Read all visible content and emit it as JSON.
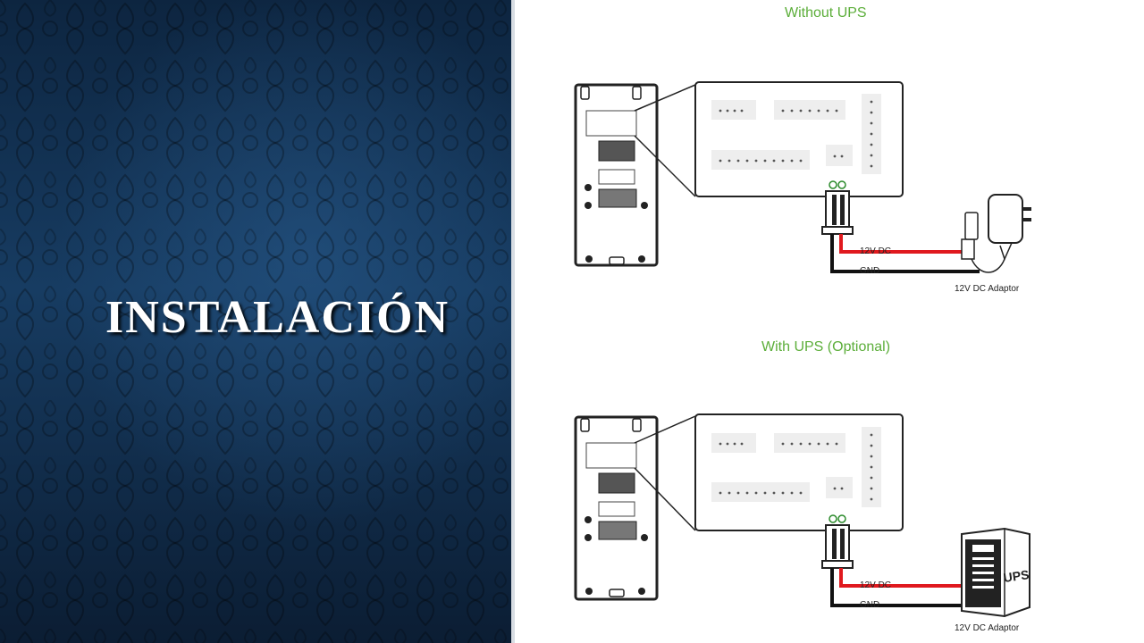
{
  "slide": {
    "title": "INSTALACIÓN"
  },
  "diagram": {
    "without_ups": {
      "heading": "Without UPS",
      "dc_label": "12V DC",
      "gnd_label": "GND",
      "device_label": "12V DC Adaptor"
    },
    "with_ups": {
      "heading": "With UPS (Optional)",
      "dc_label": "12V DC",
      "gnd_label": "GND",
      "device_label": "12V DC Adaptor",
      "ups_text": "UPS"
    },
    "colors": {
      "heading_green": "#5cae3a",
      "wire_red": "#e0191e",
      "wire_black": "#111111"
    }
  }
}
